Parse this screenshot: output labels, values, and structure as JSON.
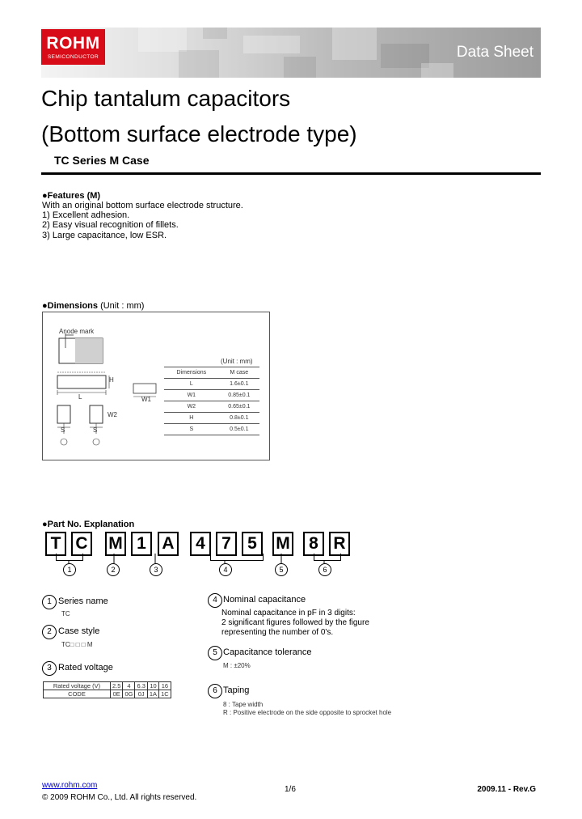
{
  "header": {
    "logo_main": "ROHM",
    "logo_sub": "SEMICONDUCTOR",
    "label": "Data Sheet"
  },
  "title_line1": "Chip tantalum capacitors",
  "title_line2": "(Bottom surface electrode type)",
  "subtitle": "TC Series M Case",
  "features": {
    "heading": "Features (M)",
    "lines": [
      "With an original bottom surface electrode structure.",
      "1) Excellent adhesion.",
      "2) Easy visual recognition of fillets.",
      "3) Large capacitance, low ESR."
    ]
  },
  "dimensions": {
    "heading_bold": "Dimensions",
    "heading_rest": " (Unit : mm)",
    "anode_mark": "Anode mark",
    "lbl_H": "H",
    "lbl_L": "L",
    "lbl_W1": "W1",
    "lbl_W2": "W2",
    "lbl_S1": "S",
    "lbl_S2": "S",
    "unit": "(Unit : mm)",
    "table_header": [
      "Dimensions",
      "M case"
    ],
    "rows": [
      [
        "L",
        "1.6±0.1"
      ],
      [
        "W1",
        "0.85±0.1"
      ],
      [
        "W2",
        "0.65±0.1"
      ],
      [
        "H",
        "0.8±0.1"
      ],
      [
        "S",
        "0.5±0.1"
      ]
    ]
  },
  "part_no": {
    "heading": "Part No. Explanation",
    "chars": [
      "T",
      "C",
      "M",
      "1",
      "A",
      "4",
      "7",
      "5",
      "M",
      "8",
      "R"
    ],
    "markers": [
      "1",
      "2",
      "3",
      "4",
      "5",
      "6"
    ]
  },
  "items": {
    "series_name": {
      "num": "1",
      "title": "Series name",
      "desc": "TC"
    },
    "case_style": {
      "num": "2",
      "title": "Case style",
      "desc": "TC□ □ □ M"
    },
    "rated_voltage": {
      "num": "3",
      "title": "Rated voltage",
      "row_label_1": "Rated voltage (V)",
      "voltages": [
        "2.5",
        "4",
        "6.3",
        "10",
        "16"
      ],
      "row_label_2": "CODE",
      "codes": [
        "0E",
        "0G",
        "0J",
        "1A",
        "1C"
      ]
    },
    "nominal_cap": {
      "num": "4",
      "title": "Nominal capacitance",
      "lines": [
        "Nominal capacitance in pF in 3 digits:",
        "2 significant figures followed by the figure",
        "representing the number of 0's."
      ]
    },
    "cap_tolerance": {
      "num": "5",
      "title": "Capacitance tolerance",
      "desc": "M : ±20%"
    },
    "taping": {
      "num": "6",
      "title": "Taping",
      "lines": [
        "8 : Tape width",
        "R : Positive electrode on the side opposite to sprocket hole"
      ]
    }
  },
  "footer": {
    "url": "www.rohm.com",
    "copyright": "© 2009 ROHM Co., Ltd. All rights reserved.",
    "page": "1/6",
    "revision": "2009.11 - Rev.G"
  }
}
